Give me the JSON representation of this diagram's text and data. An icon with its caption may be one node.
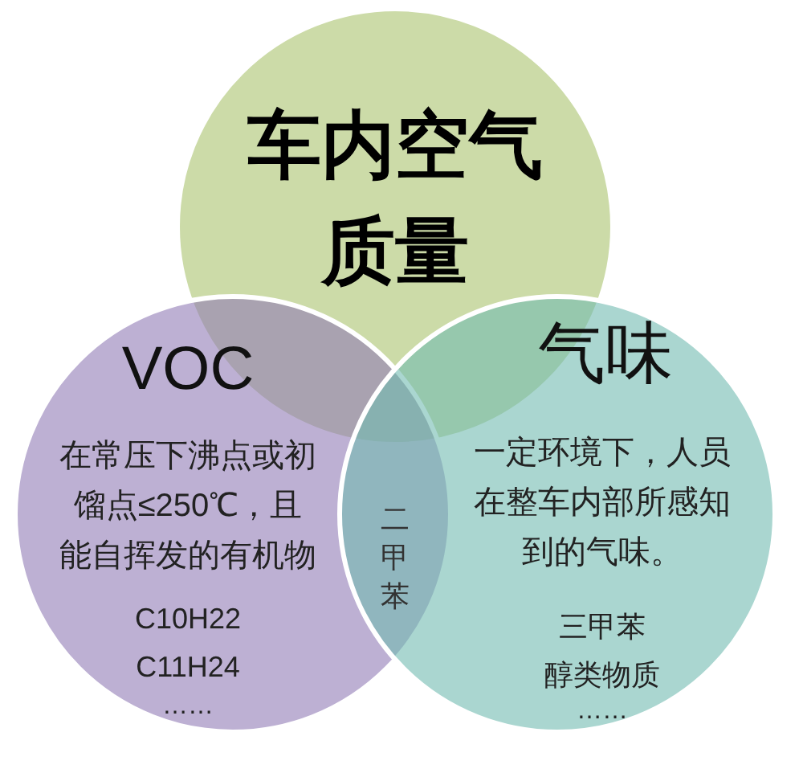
{
  "diagram": {
    "nodes": [
      {
        "text": [
          "车内空气质量"
        ]
      },
      {
        "text": [
          "VOC",
          "在常压下沸点或初馏点≤250℃，且能自挥发的有机物",
          "C10H22",
          "C11H24",
          "……"
        ]
      },
      {
        "text": [
          "气味",
          "一定环境下，人员在整车内部所感知到的气味。",
          "三甲苯",
          "醇类物质",
          "……"
        ]
      }
    ],
    "labels": [
      "二甲苯"
    ]
  }
}
